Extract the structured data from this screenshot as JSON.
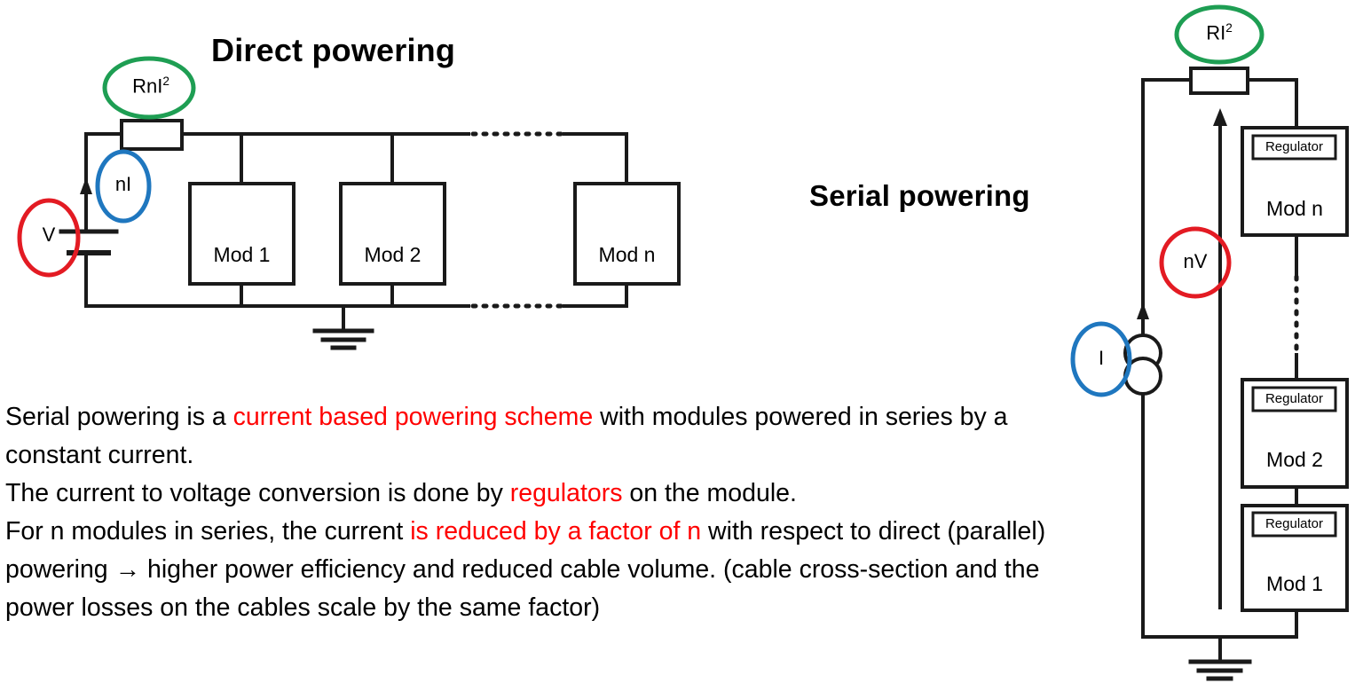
{
  "slide": {
    "background_color": "#ffffff",
    "highlight_color": "#ff0000",
    "wire_color": "#1a1a1a",
    "annotation_colors": {
      "green": "#1e9e53",
      "blue": "#1f77bf",
      "red": "#e31b23"
    }
  },
  "direct_diagram": {
    "title": "Direct powering",
    "power_loss_label": "RnI",
    "power_loss_exponent": "2",
    "current_label": "nI",
    "voltage_label": "V",
    "modules": [
      {
        "name": "Mod 1"
      },
      {
        "name": "Mod 2"
      },
      {
        "name": "Mod n"
      }
    ],
    "icons": {
      "resistor": "resistor-icon",
      "battery": "battery-icon",
      "ground": "ground-icon",
      "current_arrow": "current-arrow-icon",
      "ellipsis": "dotted-continuation"
    }
  },
  "serial_diagram": {
    "title": "Serial powering",
    "power_loss_label": "RI",
    "power_loss_exponent": "2",
    "voltage_label": "nV",
    "current_label": "I",
    "regulator_label": "Regulator",
    "modules": [
      {
        "name": "Mod n",
        "regulator": "Regulator"
      },
      {
        "name": "Mod 2",
        "regulator": "Regulator"
      },
      {
        "name": "Mod 1",
        "regulator": "Regulator"
      }
    ],
    "icons": {
      "resistor": "resistor-icon",
      "current_source": "current-source-icon",
      "ground": "ground-icon",
      "voltage_arrow": "voltage-arrow-icon",
      "ellipsis": "dotted-continuation"
    }
  },
  "body_text": {
    "runs": [
      {
        "text": "Serial powering is a ",
        "highlight": false
      },
      {
        "text": "current based powering scheme",
        "highlight": true
      },
      {
        "text": " with modules powered in series by a constant current.",
        "highlight": false
      },
      {
        "text": "\nThe current to voltage conversion is done by ",
        "highlight": false
      },
      {
        "text": "regulators",
        "highlight": true
      },
      {
        "text": " on the module.",
        "highlight": false
      },
      {
        "text": "\nFor n modules in series, the current ",
        "highlight": false
      },
      {
        "text": "is reduced by a factor of n",
        "highlight": true
      },
      {
        "text": " with respect to direct (parallel) powering → higher power efficiency and reduced cable volume. (cable cross-section and the power losses on the cables scale by the same factor)",
        "highlight": false
      }
    ]
  }
}
